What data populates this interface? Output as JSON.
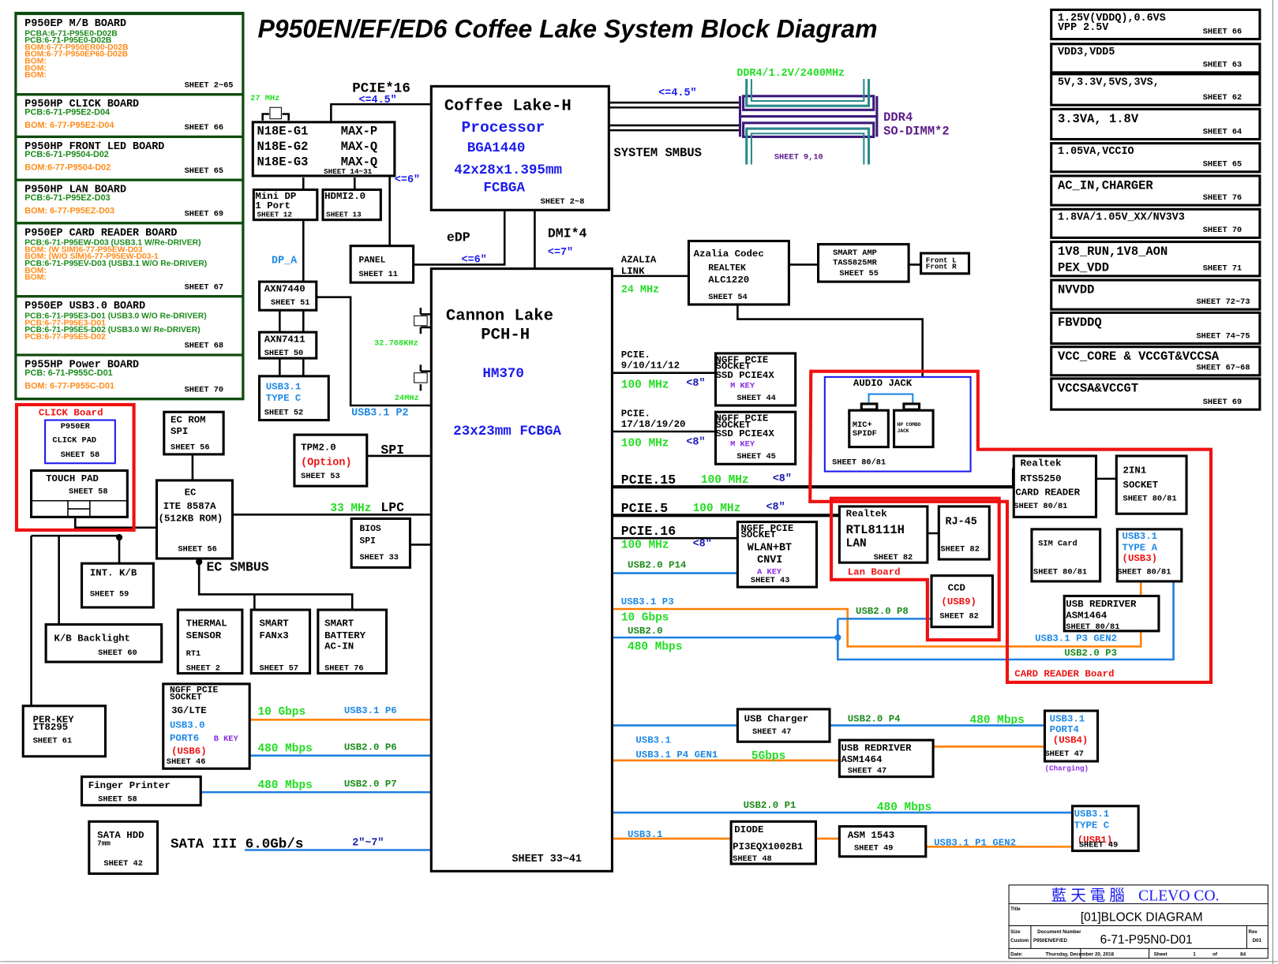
{
  "title": "P950EN/EF/ED6 Coffee Lake System Block Diagram",
  "boards": [
    {
      "name": "P950EP M/B BOARD",
      "lines": [
        {
          "t": "PCBA:6-71-P95E0-D02B",
          "c": "green"
        },
        {
          "t": "PCB:6-71-P95E0-D02B",
          "c": "green"
        },
        {
          "t": "BOM:6-77-P950ER00-D02B",
          "c": "orange"
        },
        {
          "t": "BOM:6-77-P950EP60-D02B",
          "c": "orange"
        },
        {
          "t": "BOM:",
          "c": "orange"
        },
        {
          "t": "BOM:",
          "c": "orange"
        },
        {
          "t": "BOM:",
          "c": "orange"
        }
      ],
      "sheet": "SHEET 2~65"
    },
    {
      "name": "P950HP CLICK BOARD",
      "lines": [
        {
          "t": "PCB:6-71-P95E2-D04",
          "c": "green"
        },
        {
          "t": "BOM: 6-77-P95E2-D04",
          "c": "orange"
        }
      ],
      "sheet": "SHEET 66"
    },
    {
      "name": "P950HP FRONT LED BOARD",
      "lines": [
        {
          "t": "PCB:6-71-P9504-D02",
          "c": "green"
        },
        {
          "t": "BOM:6-77-P9504-D02",
          "c": "orange"
        }
      ],
      "sheet": "SHEET 65"
    },
    {
      "name": "P950HP LAN BOARD",
      "lines": [
        {
          "t": "PCB:6-71-P95EZ-D03",
          "c": "green"
        },
        {
          "t": "BOM: 6-77-P95EZ-D03",
          "c": "orange"
        }
      ],
      "sheet": "SHEET 69"
    },
    {
      "name": "P950EP CARD READER BOARD",
      "lines": [
        {
          "t": "PCB:6-71-P95EW-D03 (USB3.1 W/Re-DRIVER)",
          "c": "green"
        },
        {
          "t": "BOM:  (W SIM)6-77-P95EW-D03",
          "c": "orange"
        },
        {
          "t": "BOM:  (W/O SIM)6-77-P95EW-D03-1",
          "c": "orange"
        },
        {
          "t": "PCB:6-71-P95EV-D03 (USB3.1 W/O Re-DRIVER)",
          "c": "green"
        },
        {
          "t": "BOM:",
          "c": "orange"
        },
        {
          "t": "BOM:",
          "c": "orange"
        }
      ],
      "sheet": "SHEET 67"
    },
    {
      "name": "P950EP USB3.0 BOARD",
      "lines": [
        {
          "t": "PCB:6-71-P95E3-D01 (USB3.0 W/O Re-DRIVER)",
          "c": "green"
        },
        {
          "t": "PCB:6-77-P95E3-D01",
          "c": "orange"
        },
        {
          "t": "PCB:6-71-P95E5-D02 (USB3.0 W/ Re-DRIVER)",
          "c": "green"
        },
        {
          "t": "PCB:6-77-P95E5-D02",
          "c": "orange"
        }
      ],
      "sheet": "SHEET 68"
    },
    {
      "name": "P955HP Power BOARD",
      "lines": [
        {
          "t": "PCB: 6-71-P955C-D01",
          "c": "green"
        },
        {
          "t": "BOM: 6-77-P955C-D01",
          "c": "orange"
        }
      ],
      "sheet": "SHEET 70"
    }
  ],
  "power": [
    {
      "l1": "1.25V(VDDQ),0.6VS",
      "l2": "VPP 2.5V",
      "sheet": "SHEET 66"
    },
    {
      "l1": "VDD3,VDD5",
      "l2": "",
      "sheet": "SHEET 63"
    },
    {
      "l1": "5V,3.3V,5VS,3VS,",
      "l2": "",
      "sheet": "SHEET 62"
    },
    {
      "l1": "3.3VA, 1.8V",
      "l2": "",
      "sheet": "SHEET 64"
    },
    {
      "l1": "1.05VA,VCCIO",
      "l2": "",
      "sheet": "SHEET 65"
    },
    {
      "l1": "AC_IN,CHARGER",
      "l2": "",
      "sheet": "SHEET 76"
    },
    {
      "l1": "1.8VA/1.05V_XX/NV3V3",
      "l2": "",
      "sheet": "SHEET 70"
    },
    {
      "l1": "1V8_RUN,1V8_AON",
      "l2": "PEX_VDD",
      "sheet": "SHEET 71"
    },
    {
      "l1": "NVVDD",
      "l2": "",
      "sheet": "SHEET 72~73"
    },
    {
      "l1": "FBVDDQ",
      "l2": "",
      "sheet": "SHEET 74~75"
    },
    {
      "l1": "VCC_CORE & VCCGT&VCCSA",
      "l2": "",
      "sheet": "SHEET 67~68"
    },
    {
      "l1": "VCCSA&VCCGT",
      "l2": "",
      "sheet": "SHEET 69"
    }
  ],
  "cpu": {
    "l1": "Coffee Lake-H",
    "l2": "Processor",
    "l3": "BGA1440",
    "l4": "42x28x1.395mm",
    "l5": "FCBGA",
    "sheet": "SHEET 2~8"
  },
  "pch": {
    "l1": "Cannon Lake",
    "l2": "PCH-H",
    "l3": "HM370",
    "l4": "23x23mm FCBGA",
    "sheet": "SHEET 33~41"
  },
  "gpu": {
    "rows": [
      [
        "N18E-G1",
        "MAX-P"
      ],
      [
        "N18E-G2",
        "MAX-Q"
      ],
      [
        "N18E-G3",
        "MAX-Q"
      ]
    ],
    "sheet": "SHEET 14~31",
    "clock": "27 MHz"
  },
  "memory": {
    "spec": "DDR4/1.2V/2400MHz",
    "l1": "DDR4",
    "l2": "SO-DIMM*2",
    "sheet": "SHEET 9,10",
    "len": "<=4.5\"",
    "smbus": "SYSTEM SMBUS"
  },
  "links": {
    "pcie16": "PCIE*16",
    "pcie16_len": "<=4.5\"",
    "gpu_len": "<=6\"",
    "edp": "eDP",
    "edp_len": "<=6\"",
    "dmi": "DMI*4",
    "dmi_len": "<=7\"",
    "dp_a": "DP_A",
    "usb31_p2": "USB3.1 P2",
    "xtal1": "32.768KHz",
    "xtal2": "24MHz",
    "spi": "SPI",
    "lpc_clk": "33 MHz",
    "lpc": "LPC",
    "ec_smbus": "EC SMBUS",
    "azalia1": "AZALIA",
    "azalia2": "LINK",
    "azalia_clk": "24 MHz",
    "pcie_a1": "PCIE.",
    "pcie_a2": "9/10/11/12",
    "pcie_b1": "PCIE.",
    "pcie_b2": "17/18/19/20",
    "clk100": "100 MHz",
    "len8": "<8\"",
    "pcie15": "PCIE.15",
    "pcie5": "PCIE.5",
    "pcie16b": "PCIE.16",
    "usb20_p14": "USB2.0 P14",
    "usb31_p3": "USB3.1 P3",
    "gbps10": "10 Gbps",
    "usb20": "USB2.0",
    "mbps480": "480 Mbps",
    "usb20_p8": "USB2.0 P8",
    "usb31_p3_gen2": "USB3.1 P3 GEN2",
    "usb20_p3": "USB2.0 P3",
    "usb31_p6": "USB3.1 P6",
    "usb20_p6": "USB2.0 P6",
    "usb20_p7": "USB2.0 P7",
    "sata": "SATA III 6.0Gb/s",
    "sata_len": "2\"~7\"",
    "usb20_p4": "USB2.0 P4",
    "usb31": "USB3.1",
    "usb31_p4": "USB3.1 P4 GEN1",
    "gbps5": "5Gbps",
    "usb20_p1": "USB2.0 P1",
    "usb31_p1": "USB3.1 P1 GEN2"
  },
  "blocks": {
    "minidp": {
      "l1": "Mini DP",
      "l2": "1 Port",
      "sheet": "SHEET 12"
    },
    "hdmi": {
      "l1": "HDMI2.0",
      "sheet": "SHEET 13"
    },
    "panel": {
      "l1": "PANEL",
      "sheet": "SHEET 11"
    },
    "axn7440": {
      "l1": "AXN7440",
      "sheet": "SHEET 51"
    },
    "axn7411": {
      "l1": "AXN7411",
      "sheet": "SHEET 50"
    },
    "typec52": {
      "l1": "USB3.1",
      "l2": "TYPE C",
      "sheet": "SHEET 52"
    },
    "clickboard": {
      "label": "CLICK Board",
      "l1": "P950ER",
      "l2": "CLICK PAD",
      "sheet": "SHEET 58"
    },
    "touchpad": {
      "l1": "TOUCH PAD",
      "sheet": "SHEET 58"
    },
    "ecrom": {
      "l1": "EC ROM",
      "l2": "SPI",
      "sheet": "SHEET 56"
    },
    "tpm": {
      "l1": "TPM2.0",
      "l2": "(Option)",
      "sheet": "SHEET 53"
    },
    "ec": {
      "l1": "EC",
      "l2": "ITE 8587A",
      "l3": "(512KB ROM)",
      "sheet": "SHEET 56"
    },
    "bios": {
      "l1": "BIOS",
      "l2": "SPI",
      "sheet": "SHEET 33"
    },
    "intkb": {
      "l1": "INT. K/B",
      "sheet": "SHEET 59"
    },
    "kbbl": {
      "l1": "K/B Backlight",
      "sheet": "SHEET 60"
    },
    "thermal": {
      "l1": "THERMAL",
      "l2": "SENSOR",
      "l3": "RT1",
      "sheet": "SHEET 2"
    },
    "fan": {
      "l1": "SMART",
      "l2": "FANx3",
      "sheet": "SHEET 57"
    },
    "battery": {
      "l1": "SMART",
      "l2": "BATTERY",
      "l3": "AC-IN",
      "sheet": "SHEET 76"
    },
    "perkey": {
      "l1": "PER-KEY",
      "l2": "IT8295",
      "sheet": "SHEET 61"
    },
    "lte": {
      "l1": "NGFF PCIE",
      "l2": "SOCKET",
      "l3": "3G/LTE",
      "l4": "USB3.0",
      "l5": "PORT6",
      "key": "B KEY",
      "l6": "(USB6)",
      "sheet": "SHEET 46"
    },
    "finger": {
      "l1": "Finger Printer",
      "sheet": "SHEET 58"
    },
    "hdd": {
      "l1": "SATA HDD",
      "l2": "7mm",
      "sheet": "SHEET 42"
    },
    "codec": {
      "l1": "Azalia Codec",
      "l2": "REALTEK",
      "l3": "ALC1220",
      "sheet": "SHEET 54"
    },
    "amp": {
      "l1": "SMART AMP",
      "l2": "TAS5825MR",
      "sheet": "SHEET 55"
    },
    "front": {
      "l1": "Front L",
      "l2": "Front R"
    },
    "ssd1": {
      "l1": "NGFF PCIE",
      "l2": "SOCKET",
      "l3": "SSD PCIE4X",
      "key": "M KEY",
      "sheet": "SHEET 44"
    },
    "ssd2": {
      "l1": "NGFF PCIE",
      "l2": "SOCKET",
      "l3": "SSD PCIE4X",
      "key": "M KEY",
      "sheet": "SHEET 45"
    },
    "audiojack": {
      "l1": "AUDIO JACK",
      "mic1": "MIC+",
      "mic2": "SPIDF",
      "hp1": "HP COMBO",
      "hp2": "JACK",
      "sheet": "SHEET 80/81"
    },
    "wlan": {
      "l1": "NGFF PCIE",
      "l2": "SOCKET",
      "l3": "WLAN+BT",
      "l4": "CNVI",
      "key": "A KEY",
      "sheet": "SHEET 43"
    },
    "lan": {
      "l1": "Realtek",
      "l2": "RTL8111H",
      "l3": "LAN",
      "sheet": "SHEET 82",
      "board": "Lan Board"
    },
    "rj45": {
      "l1": "RJ-45",
      "sheet": "SHEET 82"
    },
    "ccd": {
      "l1": "CCD",
      "l2": "(USB9)",
      "sheet": "SHEET 82"
    },
    "cardreader": {
      "l1": "Realtek",
      "l2": "RTS5250",
      "l3": "CARD READER",
      "sheet": "SHEET 80/81",
      "board": "CARD READER Board"
    },
    "socket2in1": {
      "l1": "2IN1",
      "l2": "SOCKET",
      "sheet": "SHEET 80/81"
    },
    "sim": {
      "l1": "SIM Card",
      "sheet": "SHEET 80/81"
    },
    "typea": {
      "l1": "USB3.1",
      "l2": "TYPE A",
      "l3": "(USB3)",
      "sheet": "SHEET 80/81"
    },
    "redriver1": {
      "l1": "USB REDRIVER",
      "l2": "ASM1464",
      "sheet": "SHEET 80/81"
    },
    "charger": {
      "l1": "USB Charger",
      "sheet": "SHEET 47"
    },
    "redriver2": {
      "l1": "USB REDRIVER",
      "l2": "ASM1464",
      "sheet": "SHEET 47"
    },
    "port4": {
      "l1": "USB3.1",
      "l2": "PORT4",
      "l3": "(USB4)",
      "sheet": "SHEET 47",
      "note": "(Charging)"
    },
    "diode": {
      "l1": "DIODE",
      "l2": "PI3EQX1002B1",
      "sheet": "SHEET 48"
    },
    "asm1543": {
      "l1": "ASM 1543",
      "sheet": "SHEET 49"
    },
    "typec49": {
      "l1": "USB3.1",
      "l2": "TYPE C",
      "l3": "(USB1)",
      "sheet": "SHEET 49"
    }
  },
  "titleblock": {
    "company_cn": "藍 天 電 腦",
    "company": "CLEVO CO.",
    "title_label": "Title",
    "title": "[01]BLOCK DIAGRAM",
    "size_label": "Size",
    "size": "Custom",
    "docnum_label": "Document Number",
    "docnum_sub": "P950EN/EF/ED",
    "docnum": "6-71-P95N0-D01",
    "rev_label": "Rev",
    "rev": "D01",
    "date_label": "Date:",
    "date": "Thursday, December 20, 2018",
    "sheet_label": "Sheet",
    "sheet": "1",
    "of_label": "of",
    "total": "84"
  }
}
